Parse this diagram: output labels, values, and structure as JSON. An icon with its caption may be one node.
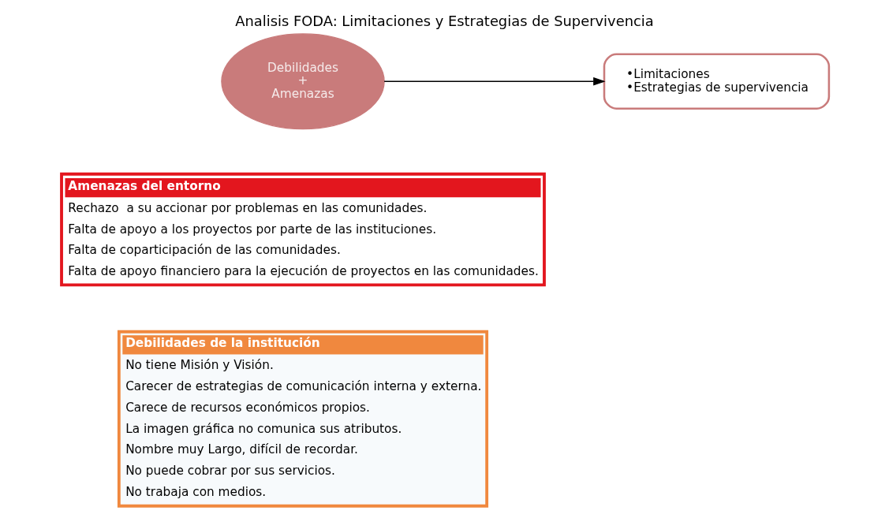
{
  "diagram": {
    "title": "Analisis FODA: Limitaciones y Estrategias de Supervivencia",
    "nodes": [
      {
        "text": [
          "Debilidades de la institución",
          "No tiene Misión y Visión.",
          "Carecer de estrategias de comunicación interna y externa.",
          "Carece de recursos económicos propios.",
          "La imagen gráfica no comunica sus atributos.",
          "Nombre muy Largo, difícil de recordar.",
          "No puede cobrar por sus servicios.",
          "No trabaja con medios."
        ]
      },
      {
        "text": [
          "Amenazas del entorno",
          "Rechazo  a su accionar por problemas en las comunidades.",
          "Falta de apoyo a los proyectos por parte de las instituciones.",
          "Falta de coparticipación de las comunidades.",
          "Falta de apoyo financiero para la ejecución de proyectos en las comunidades."
        ]
      },
      {
        "text": [
          "Debilidades",
          "+",
          "Amenazas"
        ]
      },
      {
        "text": [
          "•Limitaciones",
          "•Estrategias de supervivencia"
        ]
      }
    ],
    "edges": [
      {
        "from": 2,
        "to": 3,
        "arrow": "to"
      }
    ]
  }
}
